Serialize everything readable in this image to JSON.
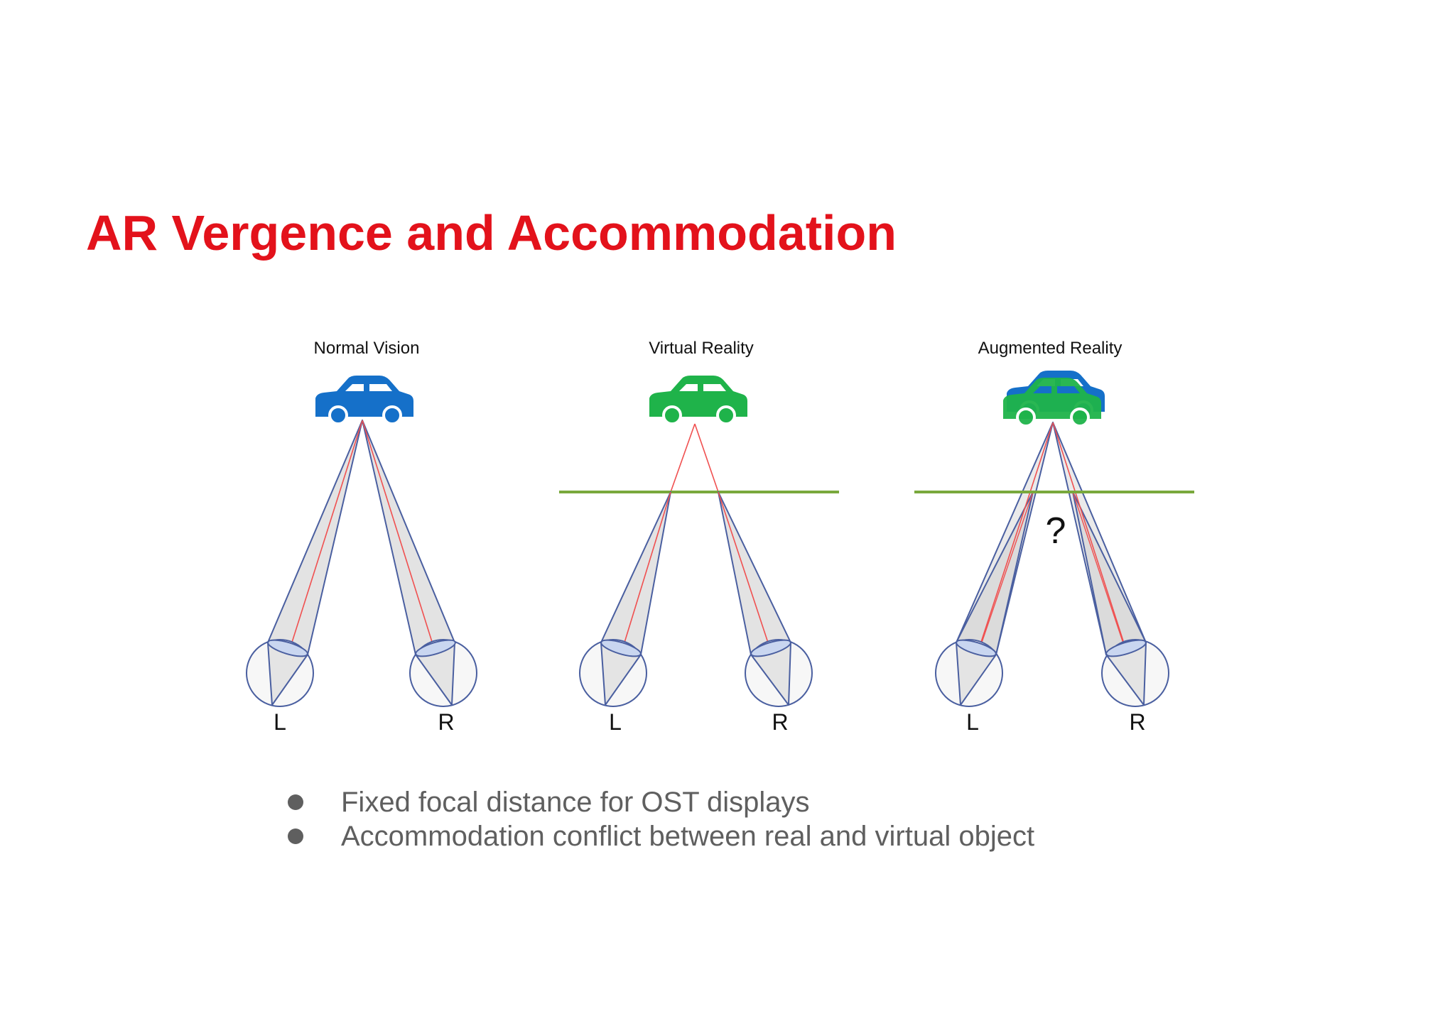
{
  "title": "AR Vergence and Accommodation",
  "colors": {
    "title": "#e3121b",
    "bullet_text": "#5f5f5f",
    "car_blue": "#1570c9",
    "car_green": "#1fb34a",
    "display_plane": "#79a83c",
    "eye_outline": "#4a5fa0",
    "ray_red": "#f05050"
  },
  "diagrams": [
    {
      "label": "Normal Vision",
      "cars": [
        "car-blue-icon"
      ],
      "left_eye": "L",
      "right_eye": "R"
    },
    {
      "label": "Virtual Reality",
      "cars": [
        "car-green-icon"
      ],
      "left_eye": "L",
      "right_eye": "R"
    },
    {
      "label": "Augmented Reality",
      "cars": [
        "car-blue-icon",
        "car-green-icon"
      ],
      "left_eye": "L",
      "right_eye": "R",
      "mark": "?"
    }
  ],
  "bullets": [
    "Fixed focal distance for OST displays",
    "Accommodation conflict between real and virtual object"
  ]
}
